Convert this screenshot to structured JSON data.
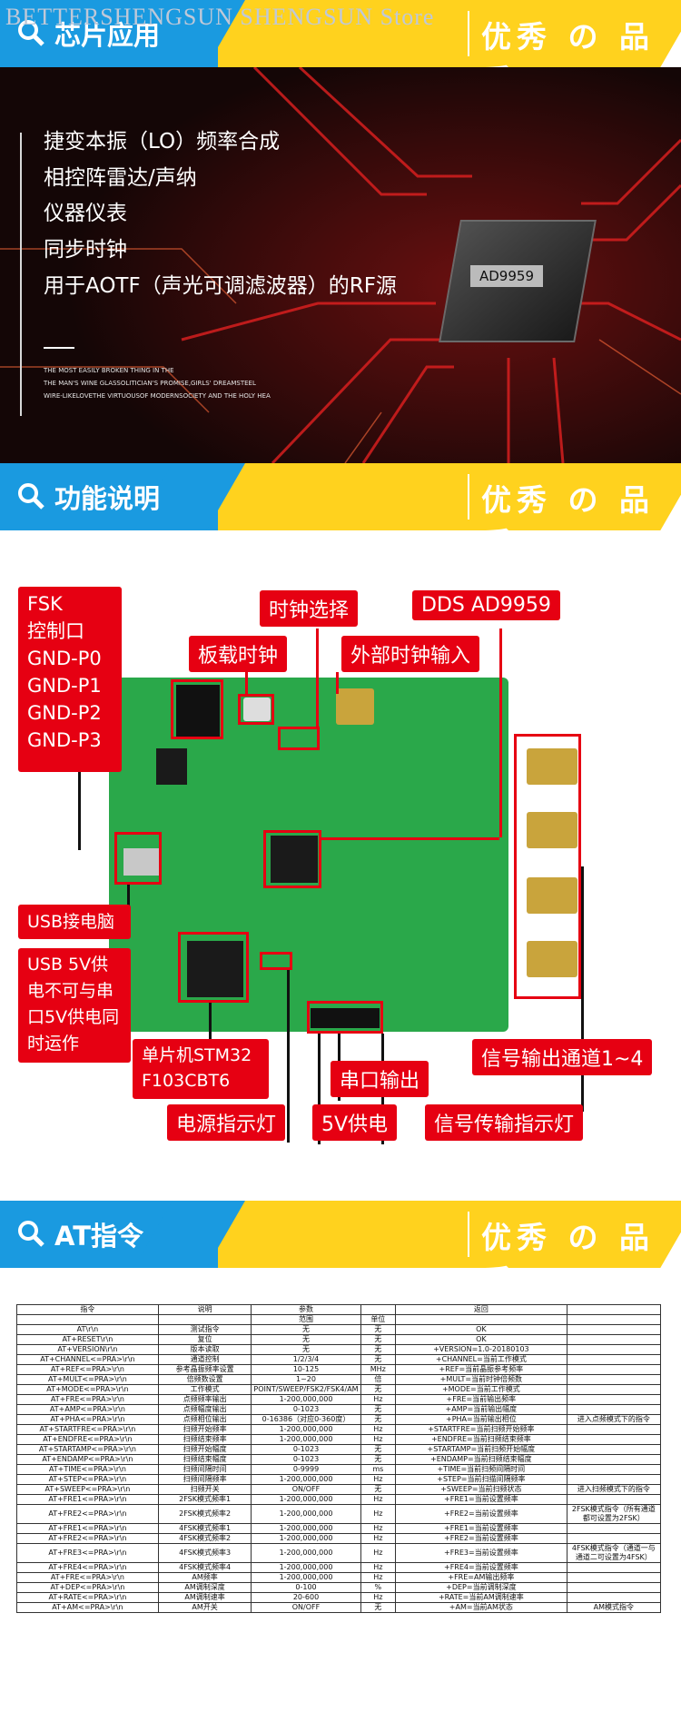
{
  "watermark": "BETTERSHENGSUN SHENGSUN Store",
  "banners": {
    "chip_app": "芯片应用",
    "function": "功能说明",
    "at": "AT指令",
    "slogan": "优秀 の 品质"
  },
  "hero": {
    "lines": [
      "捷变本振（LO）频率合成",
      "相控阵雷达/声纳",
      "仪器仪表",
      "同步时钟",
      "用于AOTF（声光可调滤波器）的RF源"
    ],
    "small1": "THE MOST EASILY BROKEN THING IN THE",
    "small2": "THE MAN'S WINE GLASSOLITICIAN'S PROMISE,GIRLS' DREAMSTEEL",
    "small3": "WIRE-LIKELOVETHE VIRTUOUSOF MODERNSOCIETY AND THE HOLY HEA",
    "chip_label": "AD9959"
  },
  "board": {
    "fsk": [
      "FSK",
      "控制口",
      "GND-P0",
      "GND-P1",
      "GND-P2",
      "GND-P3"
    ],
    "clock_select": "时钟选择",
    "dds": "DDS AD9959",
    "onboard_clock": "板载时钟",
    "ext_clock": "外部时钟输入",
    "usb": "USB接电脑",
    "usb_note": [
      "USB 5V供",
      "电不可与串",
      "口5V供电同",
      "时运作"
    ],
    "mcu": [
      "单片机STM32",
      "F103CBT6"
    ],
    "uart_out": "串口输出",
    "signal_out": "信号输出通道1~4",
    "power_led": "电源指示灯",
    "supply": "5V供电",
    "tx_led": "信号传输指示灯"
  },
  "table": {
    "headers": [
      "指令",
      "说明",
      "参数",
      "",
      "返回",
      ""
    ],
    "subheaders": [
      "",
      "",
      "范围",
      "单位",
      "",
      ""
    ],
    "rows": [
      [
        "AT\\r\\n",
        "测试指令",
        "无",
        "无",
        "OK",
        ""
      ],
      [
        "AT+RESET\\r\\n",
        "复位",
        "无",
        "无",
        "OK",
        ""
      ],
      [
        "AT+VERSION\\r\\n",
        "版本读取",
        "无",
        "无",
        "+VERSION=1.0-20180103",
        ""
      ],
      [
        "AT+CHANNEL<=PRA>\\r\\n",
        "通道控制",
        "1/2/3/4",
        "无",
        "+CHANNEL=当前工作模式",
        ""
      ],
      [
        "AT+REF<=PRA>\\r\\n",
        "参考晶振频率设置",
        "10-125",
        "MHz",
        "+REF=当前晶振参考频率",
        ""
      ],
      [
        "AT+MULT<=PRA>\\r\\n",
        "倍频数设置",
        "1~20",
        "倍",
        "+MULT=当前时钟倍频数",
        ""
      ],
      [
        "AT+MODE<=PRA>\\r\\n",
        "工作模式",
        "POINT/SWEEP/FSK2/FSK4/AM",
        "无",
        "+MODE=当前工作模式",
        ""
      ],
      [
        "AT+FRE<=PRA>\\r\\n",
        "点频频率输出",
        "1-200,000,000",
        "Hz",
        "+FRE=当前输出频率",
        ""
      ],
      [
        "AT+AMP<=PRA>\\r\\n",
        "点频幅度输出",
        "0-1023",
        "无",
        "+AMP=当前输出幅度",
        ""
      ],
      [
        "AT+PHA<=PRA>\\r\\n",
        "点频相位输出",
        "0-16386（对应0-360度）",
        "无",
        "+PHA=当前输出相位",
        "进入点频模式下的指令"
      ],
      [
        "AT+STARTFRE<=PRA>\\r\\n",
        "扫频开始频率",
        "1-200,000,000",
        "Hz",
        "+STARTFRE=当前扫频开始频率",
        ""
      ],
      [
        "AT+ENDFRE<=PRA>\\r\\n",
        "扫频结束频率",
        "1-200,000,000",
        "Hz",
        "+ENDFRE=当前扫频结束频率",
        ""
      ],
      [
        "AT+STARTAMP<=PRA>\\r\\n",
        "扫频开始幅度",
        "0-1023",
        "无",
        "+STARTAMP=当前扫频开始幅度",
        ""
      ],
      [
        "AT+ENDAMP<=PRA>\\r\\n",
        "扫频结束幅度",
        "0-1023",
        "无",
        "+ENDAMP=当前扫频结束幅度",
        ""
      ],
      [
        "AT+TIME<=PRA>\\r\\n",
        "扫频间隔时间",
        "0-9999",
        "ms",
        "+TIME=当前扫频间隔时间",
        ""
      ],
      [
        "AT+STEP<=PRA>\\r\\n",
        "扫频间隔频率",
        "1-200,000,000",
        "Hz",
        "+STEP=当前扫描间隔频率",
        ""
      ],
      [
        "AT+SWEEP<=PRA>\\r\\n",
        "扫频开关",
        "ON/OFF",
        "无",
        "+SWEEP=当前扫频状态",
        "进入扫频模式下的指令"
      ],
      [
        "AT+FRE1<=PRA>\\r\\n",
        "2FSK模式频率1",
        "1-200,000,000",
        "Hz",
        "+FRE1=当前设置频率",
        ""
      ],
      [
        "AT+FRE2<=PRA>\\r\\n",
        "2FSK模式频率2",
        "1-200,000,000",
        "Hz",
        "+FRE2=当前设置频率",
        "2FSK模式指令（所有通道都可设置为2FSK）"
      ],
      [
        "AT+FRE1<=PRA>\\r\\n",
        "4FSK模式频率1",
        "1-200,000,000",
        "Hz",
        "+FRE1=当前设置频率",
        ""
      ],
      [
        "AT+FRE2<=PRA>\\r\\n",
        "4FSK模式频率2",
        "1-200,000,000",
        "Hz",
        "+FRE2=当前设置频率",
        ""
      ],
      [
        "AT+FRE3<=PRA>\\r\\n",
        "4FSK模式频率3",
        "1-200,000,000",
        "Hz",
        "+FRE3=当前设置频率",
        "4FSK模式指令（通道一与通道二可设置为4FSK）"
      ],
      [
        "AT+FRE4<=PRA>\\r\\n",
        "4FSK模式频率4",
        "1-200,000,000",
        "Hz",
        "+FRE4=当前设置频率",
        ""
      ],
      [
        "AT+FRE<=PRA>\\r\\n",
        "AM频率",
        "1-200,000,000",
        "Hz",
        "+FRE=AM输出频率",
        ""
      ],
      [
        "AT+DEP<=PRA>\\r\\n",
        "AM调制深度",
        "0-100",
        "%",
        "+DEP=当前调制深度",
        ""
      ],
      [
        "AT+RATE<=PRA>\\r\\n",
        "AM调制速率",
        "20-600",
        "Hz",
        "+RATE=当前AM调制速率",
        ""
      ],
      [
        "AT+AM<=PRA>\\r\\n",
        "AM开关",
        "ON/OFF",
        "无",
        "+AM=当前AM状态",
        "AM模式指令"
      ]
    ]
  }
}
